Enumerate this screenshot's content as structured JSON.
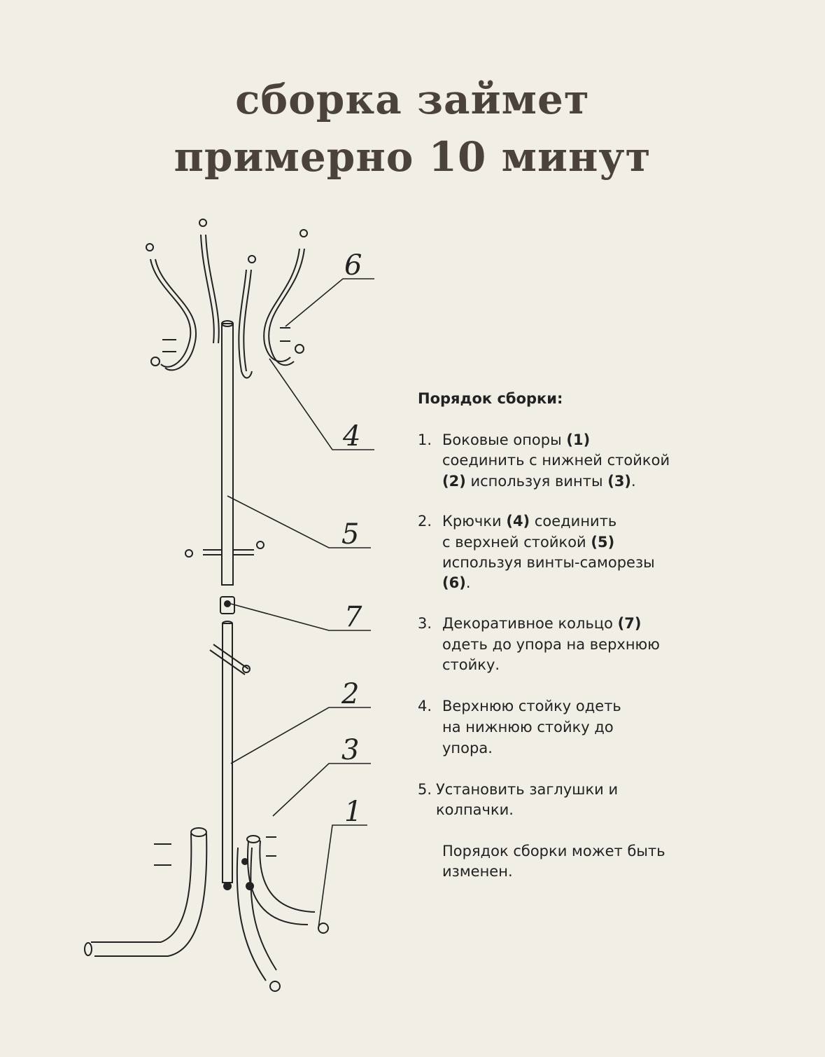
{
  "title": {
    "line1": "сборка займет",
    "line2": "примерно 10 минут"
  },
  "diagram": {
    "callouts": [
      "6",
      "4",
      "5",
      "7",
      "2",
      "3",
      "1"
    ]
  },
  "instructions": {
    "heading": "Порядок сборки:",
    "steps": [
      {
        "num": "1.",
        "lines": [
          [
            "Боковые опоры ",
            "(1)"
          ],
          [
            "соединить с нижней стойкой",
            ""
          ],
          [
            "(2)",
            " используя винты ",
            "(3)",
            "."
          ]
        ]
      },
      {
        "num": "2.",
        "lines": [
          [
            "Крючки ",
            "(4)",
            " соединить"
          ],
          [
            "с верхней стойкой ",
            "(5)"
          ],
          [
            "используя винты-саморезы",
            ""
          ],
          [
            "(6)",
            "."
          ]
        ]
      },
      {
        "num": "3.",
        "lines": [
          [
            "Декоративное кольцо ",
            "(7)"
          ],
          [
            "одеть до упора на верхнюю",
            ""
          ],
          [
            "стойку.",
            ""
          ]
        ]
      },
      {
        "num": "4.",
        "lines": [
          [
            "Верхнюю стойку одеть",
            ""
          ],
          [
            "на нижнюю стойку до",
            ""
          ],
          [
            "упора.",
            ""
          ]
        ]
      },
      {
        "num": "5.",
        "lines": [
          [
            "Установить заглушки и",
            ""
          ],
          [
            "колпачки.",
            ""
          ]
        ]
      }
    ],
    "note": [
      "Порядок сборки может быть",
      "изменен."
    ]
  }
}
